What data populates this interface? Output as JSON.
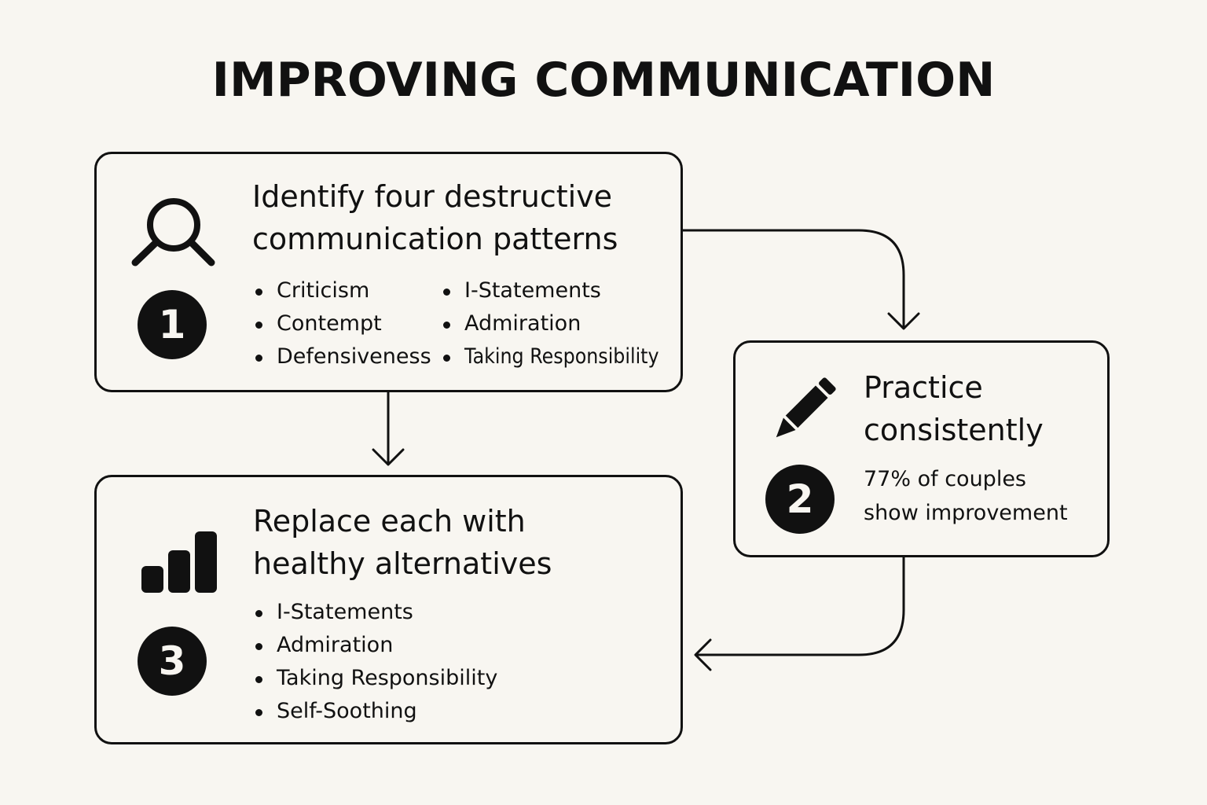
{
  "title": "IMPROVING COMMUNICATION",
  "colors": {
    "ink": "#111111",
    "background": "#f8f6f1"
  },
  "steps": [
    {
      "number": "1",
      "icon": "magnifying-glass-icon",
      "heading_lines": [
        "Identify four destructive",
        "communication patterns"
      ],
      "bullets_left": [
        "Criticism",
        "Contempt",
        "Defensiveness"
      ],
      "bullets_right": [
        "I-Statements",
        "Admiration",
        "Taking Responsibility"
      ]
    },
    {
      "number": "2",
      "icon": "pencil-icon",
      "heading_lines": [
        "Practice",
        "consistently"
      ],
      "stat_lines": [
        "77% of couples",
        "show improvement"
      ]
    },
    {
      "number": "3",
      "icon": "bar-chart-icon",
      "heading_lines": [
        "Replace each with",
        "healthy alternatives"
      ],
      "bullets": [
        "I-Statements",
        "Admiration",
        "Taking Responsibility",
        "Self-Soothing"
      ]
    }
  ],
  "connectors": [
    {
      "from": "1",
      "to": "2"
    },
    {
      "from": "1",
      "to": "3"
    },
    {
      "from": "2",
      "to": "3"
    }
  ]
}
